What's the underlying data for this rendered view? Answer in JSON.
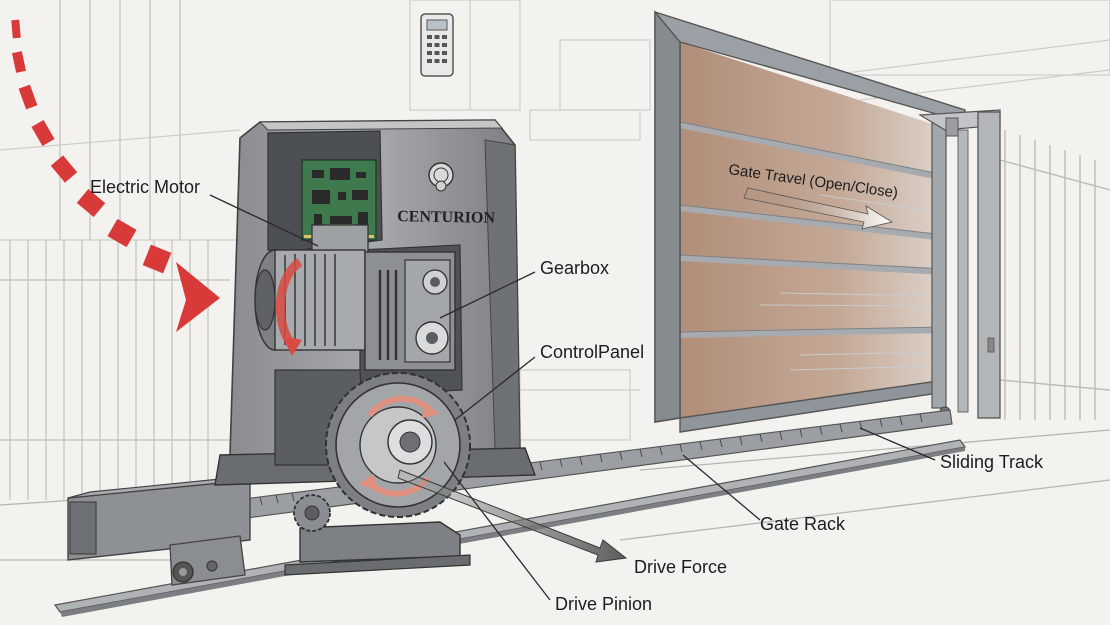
{
  "brand": "CENTURION",
  "labels": {
    "electric_motor": "Electric Motor",
    "gearbox": "Gearbox",
    "control_panel": "ControlPanel",
    "gate_travel": "Gate Travel (Open/Close)",
    "sliding_track": "Sliding Track",
    "gate_rack": "Gate Rack",
    "drive_force": "Drive Force",
    "drive_pinion": "Drive Pinion"
  },
  "colors": {
    "housing": "#9a9c9f",
    "housing_dark": "#6f7275",
    "gate_panel": "#b89a86",
    "gate_frame": "#9aa0a5",
    "motion_arrow": "#d83a3a",
    "pcb": "#3f7a4e",
    "background": "#f3f2ef"
  },
  "icons": {
    "keypad": "keypad-icon",
    "logo": "seal-logo-icon"
  }
}
